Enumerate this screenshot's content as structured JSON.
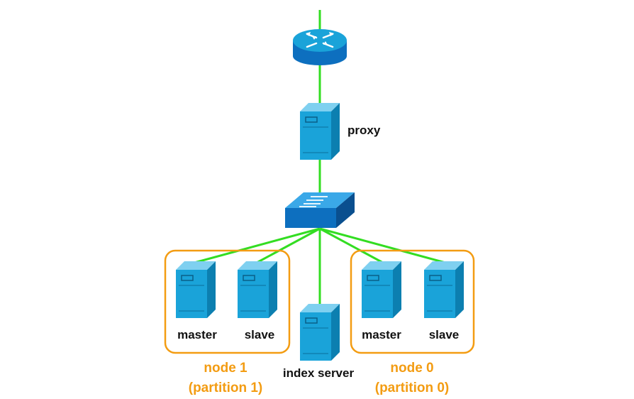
{
  "labels": {
    "proxy": "proxy",
    "index_server": "index server"
  },
  "node1": {
    "title": "node 1",
    "subtitle": "(partition 1)",
    "master": "master",
    "slave": "slave"
  },
  "node0": {
    "title": "node 0",
    "subtitle": "(partition 0)",
    "master": "master",
    "slave": "slave"
  },
  "colors": {
    "link": "#33dd22",
    "device": "#1aa3d9",
    "device_dark": "#0c7fb0",
    "switch": "#0d6fbf",
    "group_border": "#f39c12",
    "group_text": "#f39c12"
  },
  "icons": [
    "router-icon",
    "server-icon",
    "switch-icon"
  ]
}
